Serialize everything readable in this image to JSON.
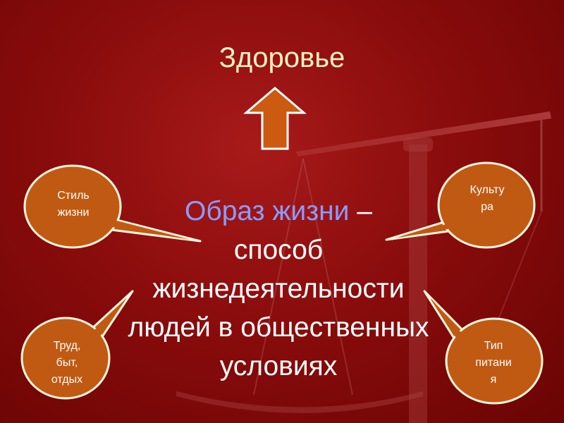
{
  "slide": {
    "title": "Здоровье",
    "main": {
      "highlight": "Образ жизни",
      "dash": " –",
      "line2": "способ",
      "line3": "жизнедеятельности",
      "line4": "людей в общественных",
      "line5": "условиях"
    },
    "bubbles": {
      "style": {
        "line1": "Стиль",
        "line2": "жизни"
      },
      "culture": {
        "line1": "Культу",
        "line2": "ра"
      },
      "labor": {
        "line1": "Труд,",
        "line2": "быт,",
        "line3": "отдых"
      },
      "food": {
        "line1": "Тип",
        "line2": "питани",
        "line3": "я"
      }
    }
  },
  "colors": {
    "background": "#8a0c0c",
    "bubble_fill": "#c05a12",
    "bubble_stroke": "#fff5e0",
    "arrow_fill": "#cc5a10",
    "title_color": "#fff2c4",
    "highlight_color": "#8a9bff"
  }
}
